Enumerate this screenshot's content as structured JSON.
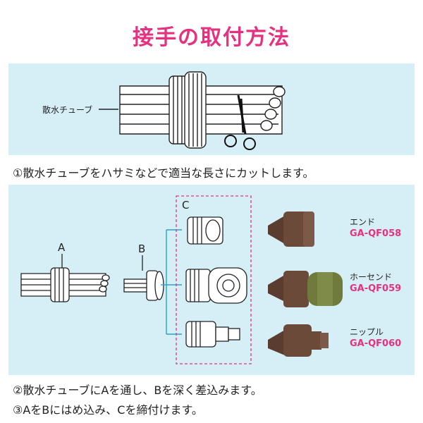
{
  "title": "接手の取付方法",
  "diagram1": {
    "hose_label": "散水チューブ"
  },
  "steps": {
    "s1": "①散水チューブをハサミなどで適当な長さにカットします。",
    "s2": "②散水チューブにAを通し、Bを深く差込みます。",
    "s3": "③AをBにはめ込み、Cを締付けます。"
  },
  "diagram2": {
    "label_a": "A",
    "label_b": "B",
    "label_c": "C"
  },
  "products": [
    {
      "name": "エンド",
      "code": "GA-QF058"
    },
    {
      "name": "ホーセンド",
      "code": "GA-QF059"
    },
    {
      "name": "ニップル",
      "code": "GA-QF060"
    }
  ],
  "colors": {
    "accent": "#e5317f",
    "panel": "#d6eff7",
    "product_brown": "#6b4a3a",
    "product_olive": "#6f7a3c",
    "bracket": "#2aa3c9"
  }
}
